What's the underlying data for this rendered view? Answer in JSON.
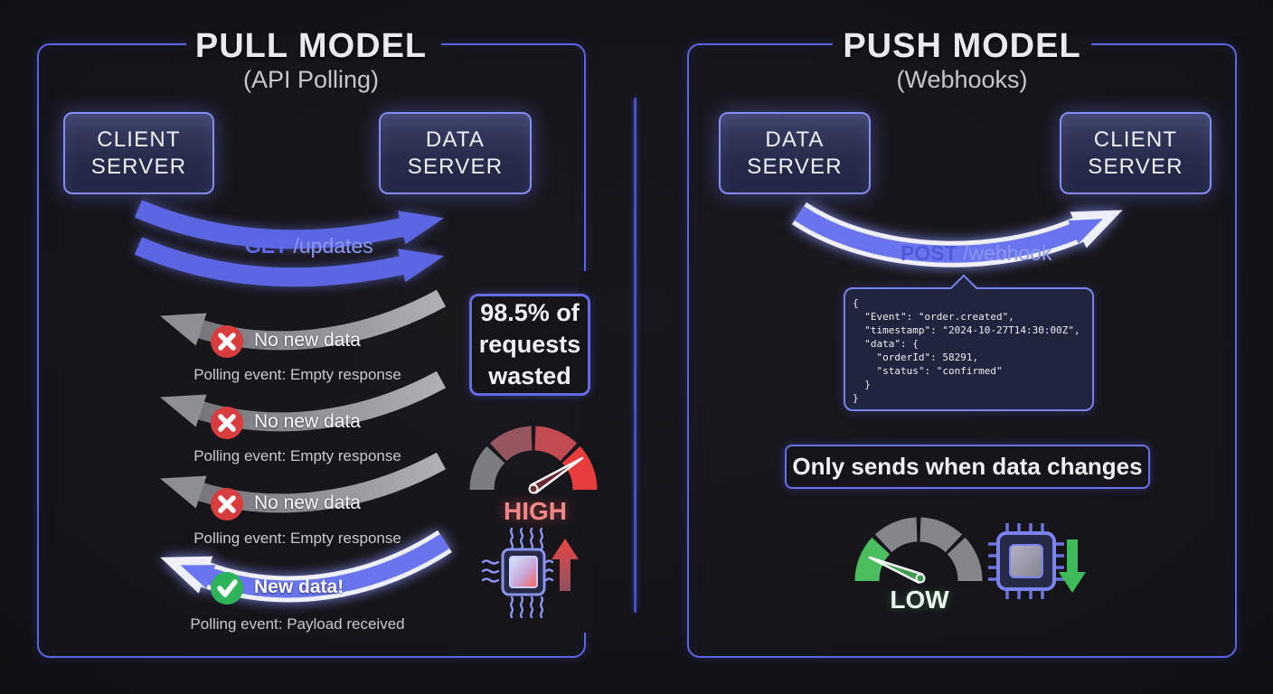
{
  "pull": {
    "title": "PULL MODEL",
    "subtitle": "(API Polling)",
    "client_server": {
      "line1": "CLIENT",
      "line2": "SERVER"
    },
    "data_server": {
      "line1": "DATA",
      "line2": "SERVER"
    },
    "request": {
      "method": "GET",
      "path": " /updates"
    },
    "polls": [
      {
        "result": "No new data",
        "caption": "Polling event: Empty response"
      },
      {
        "result": "No new data",
        "caption": "Polling event: Empty response"
      },
      {
        "result": "No new data",
        "caption": "Polling event: Empty response"
      }
    ],
    "success": {
      "result": "New data!",
      "caption": "Polling event: Payload received"
    },
    "stat": {
      "line1": "98.5% of",
      "line2": "requests",
      "line3": "wasted"
    },
    "gauge_label": "HIGH"
  },
  "push": {
    "title": "PUSH MODEL",
    "subtitle": "(Webhooks)",
    "data_server": {
      "line1": "DATA",
      "line2": "SERVER"
    },
    "client_server": {
      "line1": "CLIENT",
      "line2": "SERVER"
    },
    "request": {
      "method": "POST",
      "path": " /webhook"
    },
    "payload": "{\n  \"Event\": \"order.created\",\n  \"timestamp\": \"2024-10-27T14:30:00Z\",\n  \"data\": {\n    \"orderId\": 58291,\n    \"status\": \"confirmed\"\n  }\n}",
    "note": "Only sends when data changes",
    "gauge_label": "LOW"
  },
  "colors": {
    "background": "#141419",
    "panel_border": "#5d63e4",
    "accent_blue": "#5c66e2",
    "gray_arrow": "#96969c",
    "error_red": "#d83c3c",
    "success_green": "#2db45a",
    "high_red": "#ef8787",
    "low_green": "#4cbd5e"
  }
}
